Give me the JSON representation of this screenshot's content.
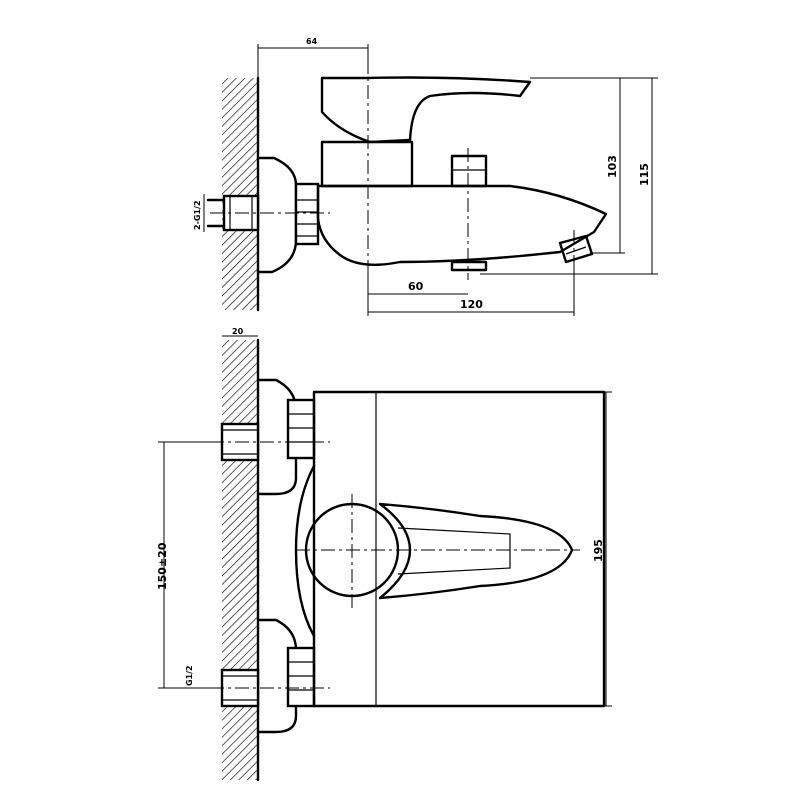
{
  "top_view": {
    "dim_64": "64",
    "dim_103": "103",
    "dim_115": "115",
    "dim_60": "60",
    "dim_120": "120",
    "thread_label": "2-G1/2"
  },
  "front_view": {
    "dim_20": "20",
    "dim_195": "195",
    "dim_150": "150±20",
    "pipe_label": "G1/2"
  }
}
